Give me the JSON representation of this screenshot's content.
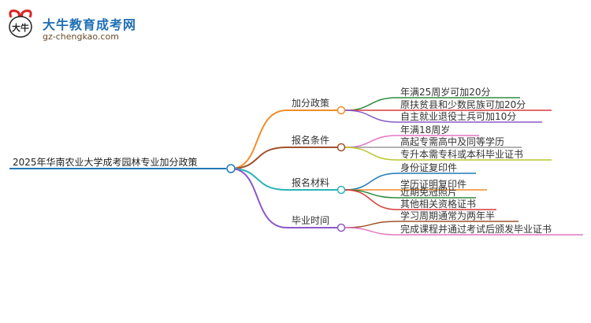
{
  "logo": {
    "title": "大牛教育成考网",
    "url": "gz-chengkao.com",
    "mark_text": "大牛"
  },
  "root": {
    "label": "2025年华南农业大学成考园林专业加分政策",
    "color": "#1f7ab8"
  },
  "branches": [
    {
      "label": "加分政策",
      "color": "#f28c28",
      "children": [
        {
          "label": "年满25周岁可加20分",
          "color": "#2e8b3e"
        },
        {
          "label": "原扶贫县和少数民族可加20分",
          "color": "#d93a3a"
        },
        {
          "label": "自主就业退役士兵可加10分",
          "color": "#8a5ac8"
        }
      ]
    },
    {
      "label": "报名条件",
      "color": "#a0522d",
      "children": [
        {
          "label": "年满18周岁",
          "color": "#e377c2"
        },
        {
          "label": "高起专需高中及同等学历",
          "color": "#9a9a9a"
        },
        {
          "label": "专升本需专科或本科毕业证书",
          "color": "#bcc62a"
        }
      ]
    },
    {
      "label": "报名材料",
      "color": "#2bb3b8",
      "children": [
        {
          "label": "身份证复印件",
          "color": "#1f7ab8"
        },
        {
          "label": "学历证明复印件",
          "color": "#f28c28"
        },
        {
          "label": "近期免冠照片",
          "color": "#2e8b3e"
        },
        {
          "label": "其他相关资格证书",
          "color": "#d93a3a"
        }
      ]
    },
    {
      "label": "毕业时间",
      "color": "#8a5ac8",
      "children": [
        {
          "label": "学习周期通常为两年半",
          "color": "#a0522d"
        },
        {
          "label": "完成课程并通过考试后颁发毕业证书",
          "color": "#e377c2"
        }
      ]
    }
  ]
}
